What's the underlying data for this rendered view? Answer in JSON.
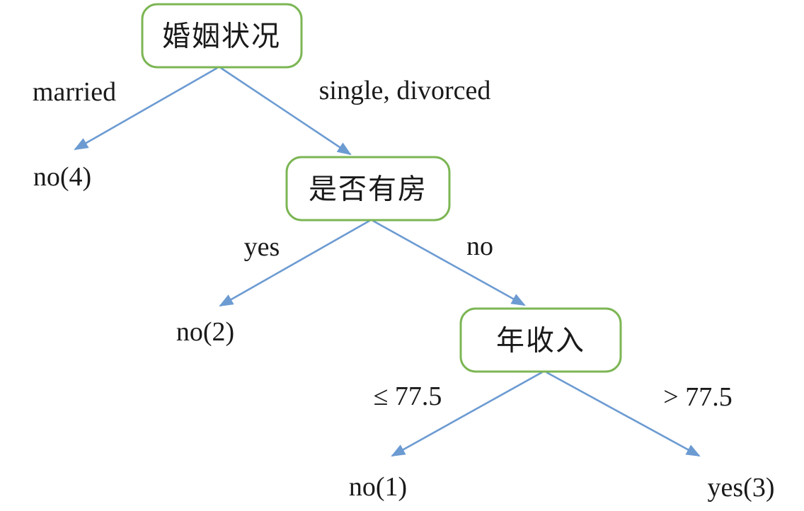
{
  "diagram": {
    "title_hint": "decision-tree",
    "colors": {
      "node_border": "#7cb654",
      "node_fill": "#ffffff",
      "edge": "#6c9bd2",
      "text": "#1a1a1a",
      "background": "#ffffff"
    },
    "nodes": [
      {
        "name": "marital-status",
        "label": "婚姻状况"
      },
      {
        "name": "house-ownership",
        "label": "是否有房"
      },
      {
        "name": "annual-income",
        "label": "年收入"
      }
    ],
    "edges": [
      {
        "name": "married",
        "label": "married",
        "from": "marital-status",
        "to": "leaf-no-4"
      },
      {
        "name": "single-divorced",
        "label": "single, divorced",
        "from": "marital-status",
        "to": "house-ownership"
      },
      {
        "name": "yes",
        "label": "yes",
        "from": "house-ownership",
        "to": "leaf-no-2"
      },
      {
        "name": "no",
        "label": "no",
        "from": "house-ownership",
        "to": "annual-income"
      },
      {
        "name": "le-77-5",
        "label": "≤ 77.5",
        "from": "annual-income",
        "to": "leaf-no-1"
      },
      {
        "name": "gt-77-5",
        "label": "> 77.5",
        "from": "annual-income",
        "to": "leaf-yes-3"
      }
    ],
    "leaves": [
      {
        "name": "leaf-no-4",
        "label": "no(4)"
      },
      {
        "name": "leaf-no-2",
        "label": "no(2)"
      },
      {
        "name": "leaf-no-1",
        "label": "no(1)"
      },
      {
        "name": "leaf-yes-3",
        "label": "yes(3)"
      }
    ]
  }
}
